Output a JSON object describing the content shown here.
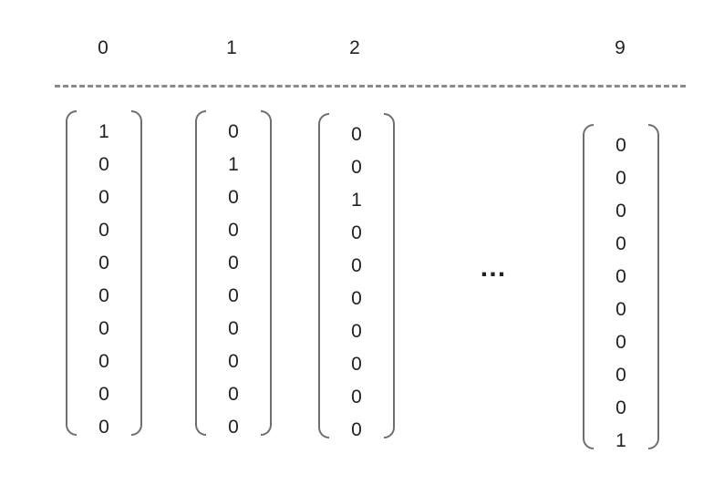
{
  "headers": [
    "0",
    "1",
    "2",
    "9"
  ],
  "vectors": [
    [
      "1",
      "0",
      "0",
      "0",
      "0",
      "0",
      "0",
      "0",
      "0",
      "0"
    ],
    [
      "0",
      "1",
      "0",
      "0",
      "0",
      "0",
      "0",
      "0",
      "0",
      "0"
    ],
    [
      "0",
      "0",
      "1",
      "0",
      "0",
      "0",
      "0",
      "0",
      "0",
      "0"
    ],
    [
      "0",
      "0",
      "0",
      "0",
      "0",
      "0",
      "0",
      "0",
      "0",
      "1"
    ]
  ],
  "ellipsis": "…"
}
